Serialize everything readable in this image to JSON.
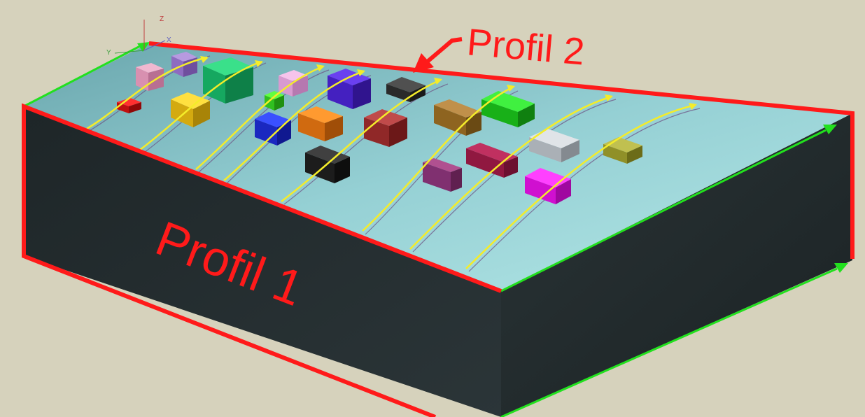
{
  "labels": {
    "profil1": "Profil 1",
    "profil2": "Profil 2"
  },
  "axes": {
    "z": "Z",
    "y": "Y",
    "x": "X"
  },
  "colors": {
    "background": "#d6d2bc",
    "profile_outline": "#ff1a1a",
    "edge_arrows": "#22e01e",
    "flow_lines": "#f4ec2a",
    "top_surface": "#8ecbd0",
    "side_face": "#1f2b2e"
  }
}
